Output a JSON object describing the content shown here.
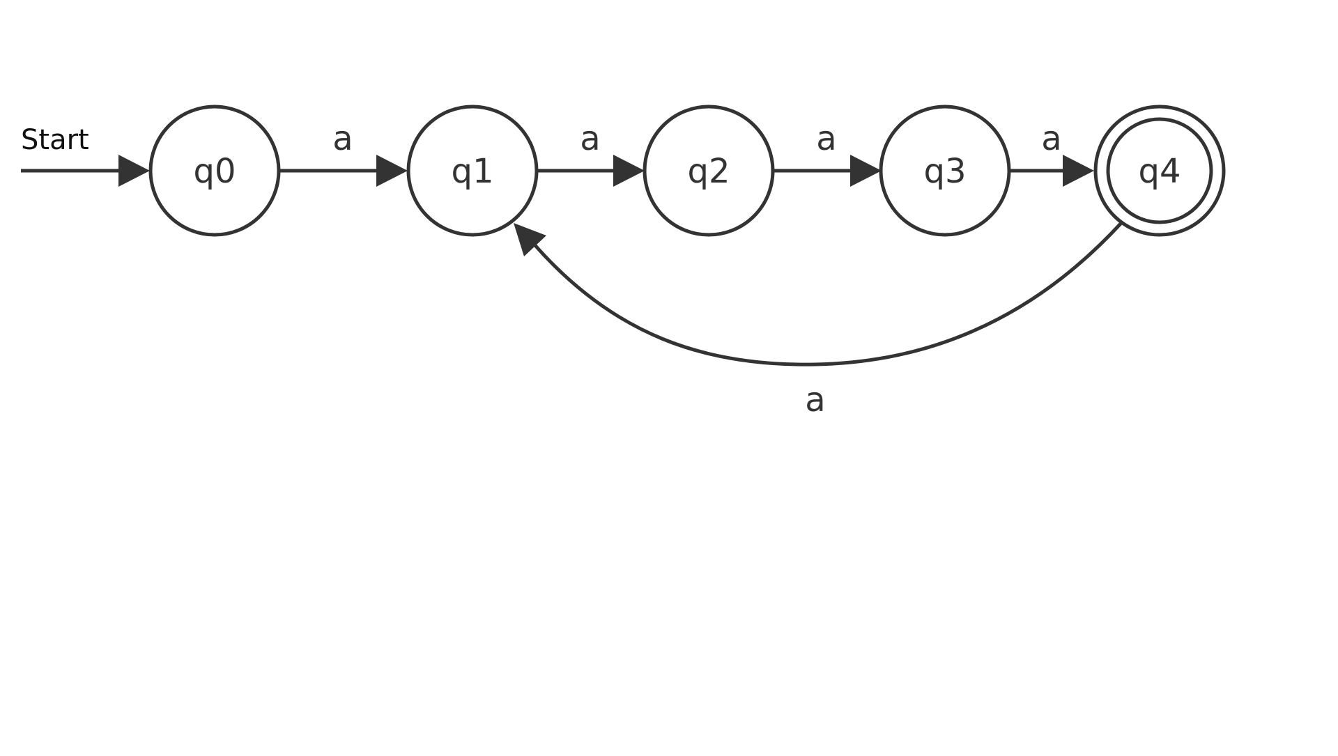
{
  "diagram": {
    "start_label": "Start",
    "states": [
      {
        "id": "q0",
        "label": "q0",
        "accepting": false
      },
      {
        "id": "q1",
        "label": "q1",
        "accepting": false
      },
      {
        "id": "q2",
        "label": "q2",
        "accepting": false
      },
      {
        "id": "q3",
        "label": "q3",
        "accepting": false
      },
      {
        "id": "q4",
        "label": "q4",
        "accepting": true
      }
    ],
    "transitions": [
      {
        "from": "q0",
        "to": "q1",
        "label": "a"
      },
      {
        "from": "q1",
        "to": "q2",
        "label": "a"
      },
      {
        "from": "q2",
        "to": "q3",
        "label": "a"
      },
      {
        "from": "q3",
        "to": "q4",
        "label": "a"
      },
      {
        "from": "q4",
        "to": "q1",
        "label": "a"
      }
    ],
    "colors": {
      "stroke": "#333333",
      "background": "#ffffff"
    }
  }
}
